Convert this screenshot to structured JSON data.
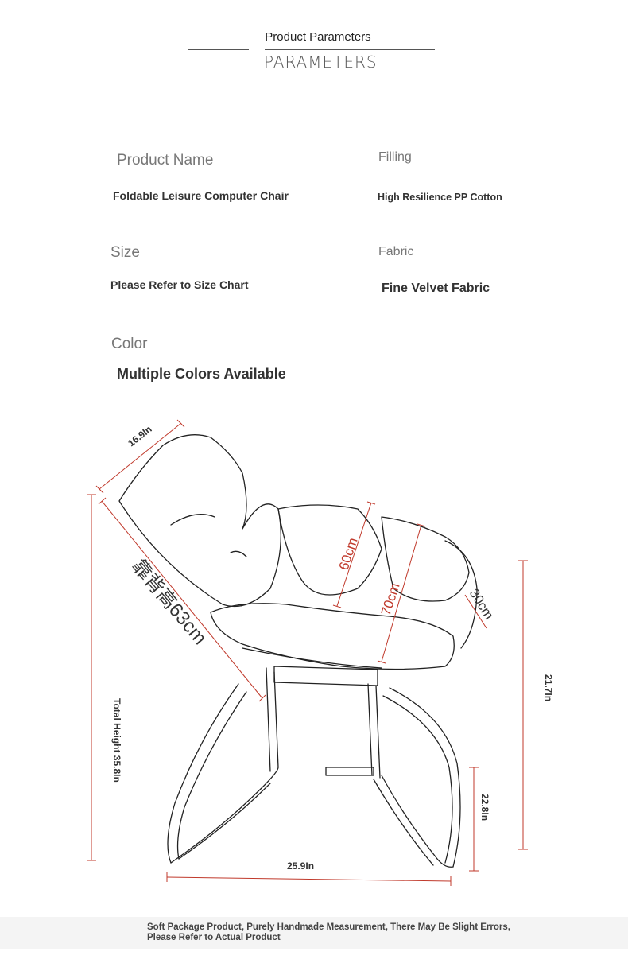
{
  "header": {
    "title": "Product Parameters",
    "subtitle": "PARAMETERS"
  },
  "params": {
    "product_name": {
      "label": "Product Name",
      "value": "Foldable Leisure Computer Chair"
    },
    "filling": {
      "label": "Filling",
      "value": "High Resilience PP Cotton"
    },
    "size": {
      "label": "Size",
      "value": "Please Refer to Size Chart"
    },
    "fabric": {
      "label": "Fabric",
      "value": "Fine Velvet Fabric"
    },
    "color": {
      "label": "Color",
      "value": "Multiple Colors Available"
    }
  },
  "dimensions": {
    "backrest_width": "16.9In",
    "backrest_height": "靠背高63cm",
    "seat_depth": "60cm",
    "seat_length": "70cm",
    "armrest": "30cm",
    "total_height": "Total Height 35.8In",
    "seat_height": "21.7In",
    "leg_depth": "22.8In",
    "base_width": "25.9In"
  },
  "colors": {
    "dimension_line": "#c0392b",
    "outline": "#222222"
  },
  "footer": {
    "line1": "Soft Package Product, Purely Handmade Measurement, There May Be Slight Errors,",
    "line2": "Please Refer to Actual Product"
  }
}
